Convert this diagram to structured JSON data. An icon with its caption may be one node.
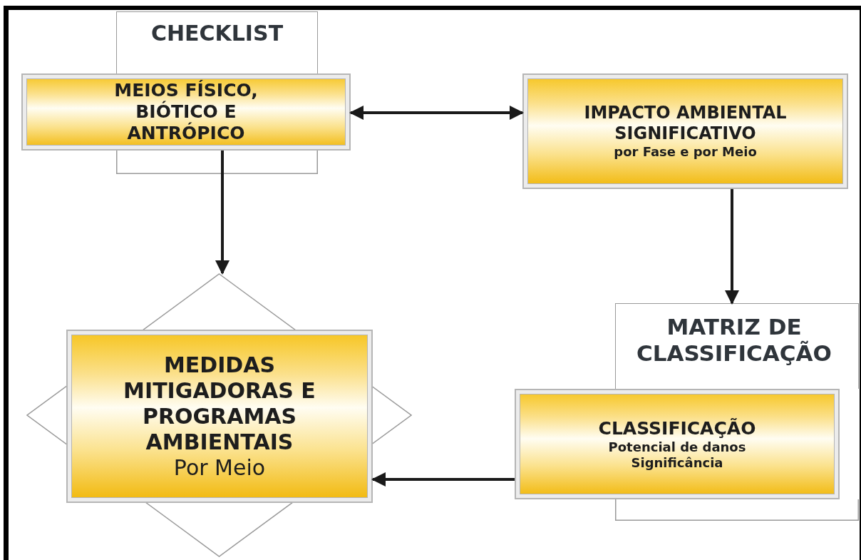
{
  "diagram": {
    "nodes": [
      {
        "text": [
          "CHECKLIST"
        ]
      },
      {
        "text": [
          "MEIOS FÍSICO, BIÓTICO E ANTRÓPICO"
        ]
      },
      {
        "text": [
          "IMPACTO AMBIENTAL SIGNIFICATIVO",
          "por Fase e por Meio"
        ]
      },
      {
        "text": [],
        "shape": "diamond"
      },
      {
        "text": [
          "MEDIDAS MITIGADORAS E PROGRAMAS AMBIENTAIS",
          "Por Meio"
        ],
        "in": 3
      },
      {
        "text": [
          "MATRIZ DE CLASSIFICAÇÃO"
        ]
      },
      {
        "text": [
          "CLASSIFICAÇÃO",
          "Potencial de danos",
          "Significância"
        ]
      }
    ],
    "edges": [
      {
        "from": 1,
        "to": 2,
        "arrow": "both"
      },
      {
        "from": 1,
        "to": 3,
        "arrow": "to"
      },
      {
        "from": 2,
        "to": 5,
        "arrow": "to"
      },
      {
        "from": 6,
        "to": 4,
        "arrow": "to"
      }
    ]
  }
}
